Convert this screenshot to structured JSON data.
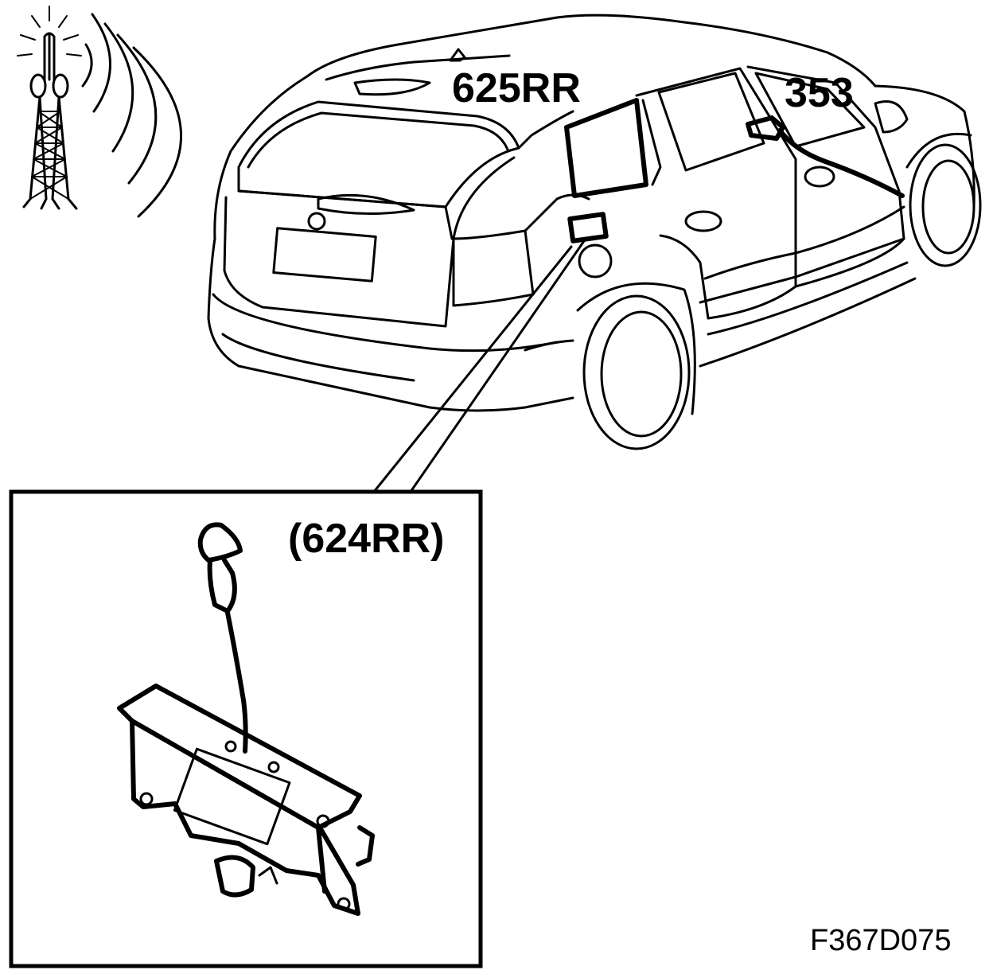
{
  "labels": {
    "antenna_roof": "625RR",
    "control_unit": "353",
    "amplifier_detail": "(624RR)",
    "figure_code": "F367D075"
  },
  "icons": {
    "radio_tower": "radio-tower-icon",
    "radio_waves": "radio-waves-icon"
  },
  "colors": {
    "line": "#000000",
    "background": "#ffffff"
  }
}
